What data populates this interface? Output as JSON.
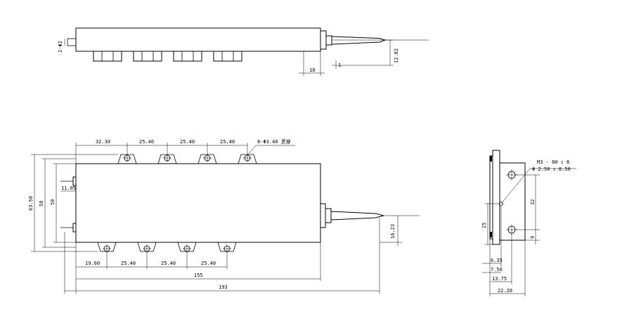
{
  "side_view": {
    "dims": {
      "holes": "2-Φ2",
      "h1": "12.82",
      "w10": "10",
      "one": "1"
    }
  },
  "top_view": {
    "dims": {
      "d1": "32.30",
      "d2": "25.40",
      "d3": "25.40",
      "d4": "25.40",
      "hole_note": "8-Φ3.40 贯穿",
      "b1": "19.60",
      "b2": "25.40",
      "b3": "25.40",
      "b4": "25.40",
      "len155": "155",
      "len193": "193",
      "h63": "63.50",
      "h58": "58",
      "h50": "50",
      "h11": "11.05",
      "h16": "16.23"
    }
  },
  "end_view": {
    "dims": {
      "thread": "M3 - 6H ↧ 6",
      "bore": "Φ 2.50 ↧ 8.50",
      "h32": "32",
      "h25": "25",
      "h9": "9",
      "w635": "6.35",
      "w750": "7.50",
      "w1375": "13.75",
      "w2220": "22.20"
    }
  }
}
